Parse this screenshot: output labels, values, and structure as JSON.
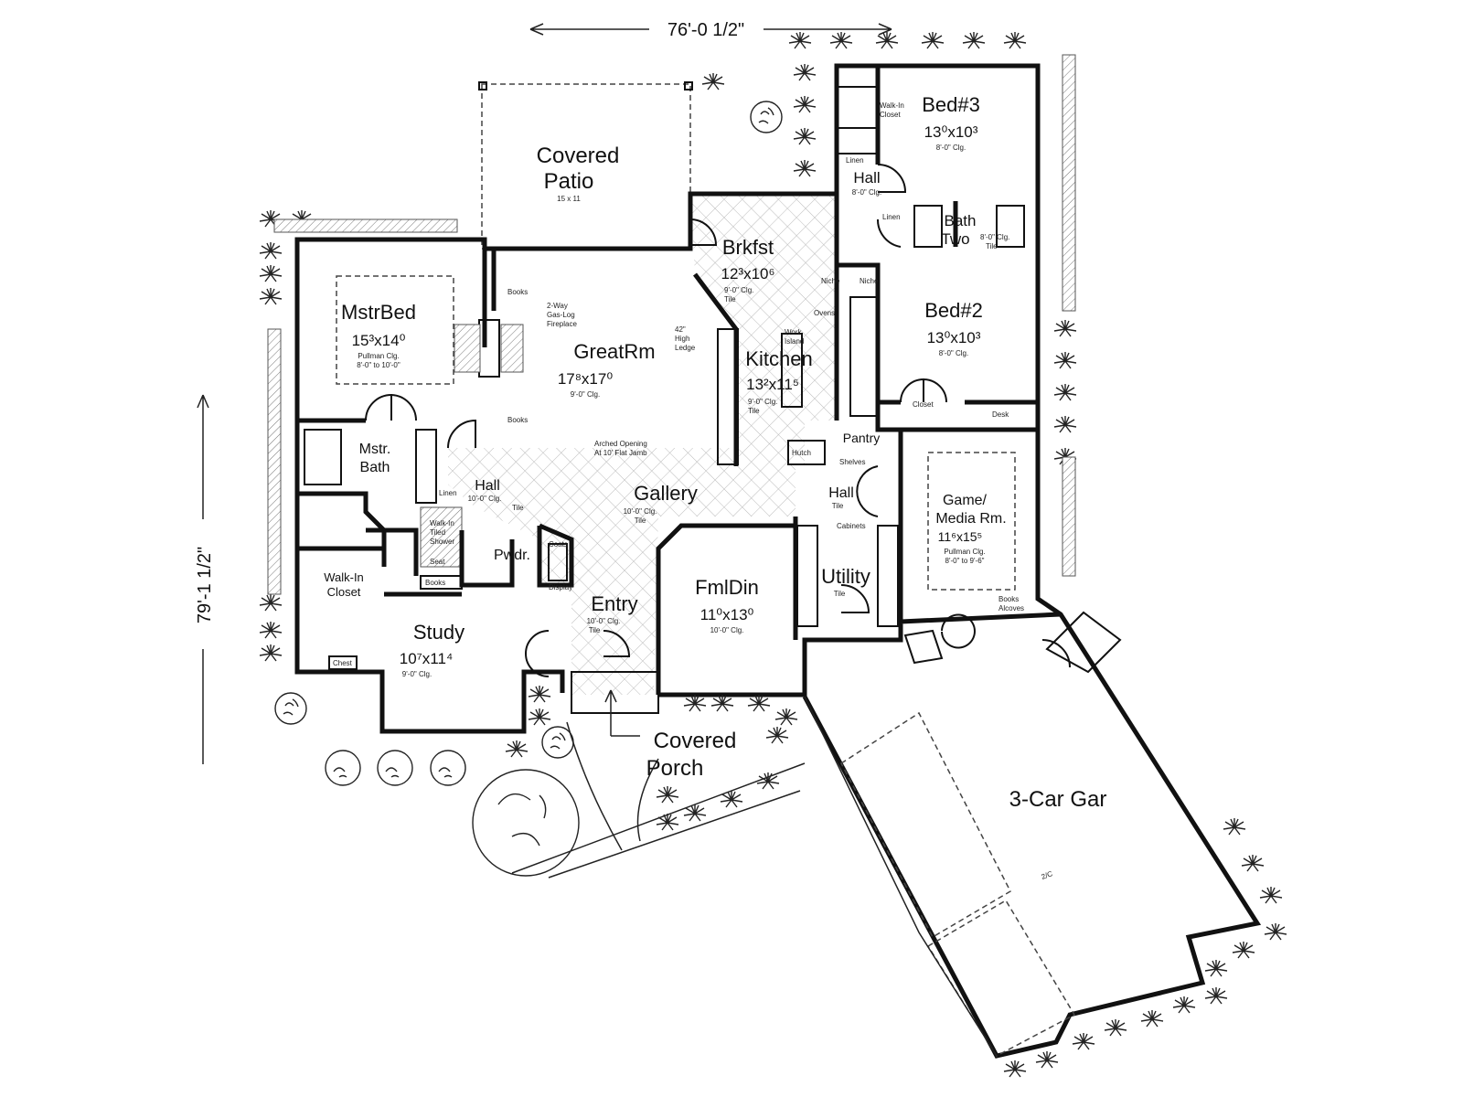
{
  "dimensions": {
    "width": "76'-0 1/2\"",
    "depth": "79'-1 1/2\""
  },
  "rooms": {
    "covered_patio": {
      "name_line1": "Covered",
      "name_line2": "Patio",
      "size": "15 x 11"
    },
    "bed3": {
      "name": "Bed#3",
      "size": "13⁰x10³",
      "ceiling": "8'-0\" Clg."
    },
    "walkin_closet_bed3": {
      "name_line1": "Walk-In",
      "name_line2": "Closet"
    },
    "linen_top": {
      "name": "Linen"
    },
    "hall_right": {
      "name": "Hall",
      "ceiling": "8'-0\" Clg."
    },
    "linen_right": {
      "name": "Linen"
    },
    "bath_two": {
      "name_line1": "Bath",
      "name_line2": "Two",
      "ceiling": "8'-0\" Clg.",
      "floor": "Tile"
    },
    "brkfst": {
      "name": "Brkfst",
      "size": "12³x10⁶",
      "ceiling": "9'-0\" Clg.",
      "floor": "Tile"
    },
    "mstr_bed": {
      "name": "MstrBed",
      "size": "15³x14⁰",
      "ceiling_line1": "Pullman Clg.",
      "ceiling_line2": "8'-0\" to 10'-0\""
    },
    "great_rm": {
      "name": "GreatRm",
      "size": "17⁸x17⁰",
      "ceiling": "9'-0\" Clg."
    },
    "fireplace": {
      "line1": "2-Way",
      "line2": "Gas-Log",
      "line3": "Fireplace"
    },
    "books_top": "Books",
    "books_bottom": "Books",
    "ledge": {
      "line1": "42\"",
      "line2": "High",
      "line3": "Ledge"
    },
    "kitchen": {
      "name": "Kitchen",
      "size": "13²x11⁵",
      "ceiling": "9'-0\" Clg.",
      "floor": "Tile"
    },
    "work_island": {
      "line1": "Work",
      "line2": "Island"
    },
    "ovens": "Ovens",
    "niche_left": "Niche",
    "niche_right": "Niche",
    "bed2": {
      "name": "Bed#2",
      "size": "13⁰x10³",
      "ceiling": "8'-0\" Clg."
    },
    "closet_bed2": "Closet",
    "desk": "Desk",
    "pantry": {
      "name": "Pantry"
    },
    "hutch": "Hutch",
    "shelves": "Shelves",
    "arched_opening": {
      "line1": "Arched Opening",
      "line2": "At 10' Flat Jamb"
    },
    "mstr_bath": {
      "name_line1": "Mstr.",
      "name_line2": "Bath"
    },
    "hall_left": {
      "name": "Hall",
      "ceiling": "10'-0\" Clg.",
      "floor": "Tile"
    },
    "linen_left": "Linen",
    "shower": {
      "line1": "Walk-In",
      "line2": "Tiled",
      "line3": "Shower"
    },
    "seat": "Seat",
    "gallery": {
      "name": "Gallery",
      "ceiling": "10'-0\" Clg.",
      "floor": "Tile"
    },
    "hall_center": {
      "name": "Hall",
      "floor": "Tile"
    },
    "game_media": {
      "name_line1": "Game/",
      "name_line2": "Media Rm.",
      "size": "11⁶x15⁵",
      "ceiling_line1": "Pullman Clg.",
      "ceiling_line2": "8'-0\" to 9'-6\""
    },
    "pwdr": {
      "name": "Pwdr."
    },
    "coats": "Coats",
    "display": "Display",
    "walkin_closet_master": {
      "name_line1": "Walk-In",
      "name_line2": "Closet"
    },
    "books_study": "Books",
    "chest": "Chest",
    "study": {
      "name": "Study",
      "size": "10⁷x11⁴",
      "ceiling": "9'-0\" Clg."
    },
    "entry": {
      "name": "Entry",
      "ceiling": "10'-0\" Clg.",
      "floor": "Tile"
    },
    "fml_din": {
      "name": "FmlDin",
      "size": "11⁰x13⁰",
      "ceiling": "10'-0\" Clg."
    },
    "utility": {
      "name": "Utility",
      "floor": "Tile"
    },
    "cabinets": "Cabinets",
    "books_alcove": {
      "line1": "Books",
      "line2": "Alcoves"
    },
    "covered_porch": {
      "name_line1": "Covered",
      "name_line2": "Porch"
    },
    "garage": {
      "name": "3-Car Gar"
    },
    "garage_note": "2/C"
  }
}
